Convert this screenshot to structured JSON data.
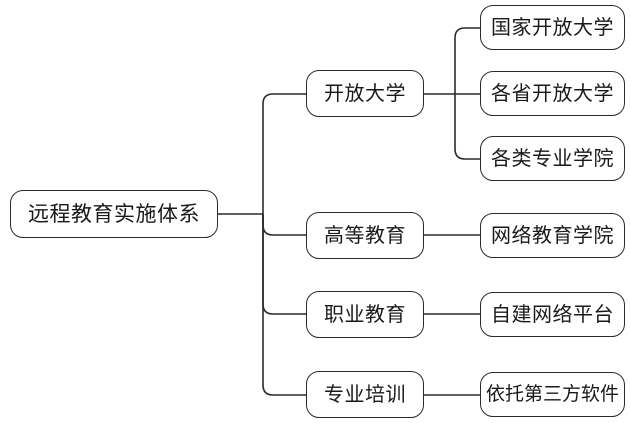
{
  "diagram": {
    "title": "远程教育实施体系",
    "type": "tree",
    "orientation": "left-to-right",
    "background_color": "#ffffff",
    "line_color": "#2b2b2b",
    "text_color": "#1a1a1a",
    "root": {
      "label": "远程教育实施体系"
    },
    "level2": [
      {
        "label": "开放大学"
      },
      {
        "label": "高等教育"
      },
      {
        "label": "职业教育"
      },
      {
        "label": "专业培训"
      }
    ],
    "level3": [
      {
        "label": "国家开放大学",
        "parent": "开放大学"
      },
      {
        "label": "各省开放大学",
        "parent": "开放大学"
      },
      {
        "label": "各类专业学院",
        "parent": "开放大学"
      },
      {
        "label": "网络教育学院",
        "parent": "高等教育"
      },
      {
        "label": "自建网络平台",
        "parent": "职业教育"
      },
      {
        "label": "依托第三方软件",
        "parent": "专业培训"
      }
    ]
  }
}
